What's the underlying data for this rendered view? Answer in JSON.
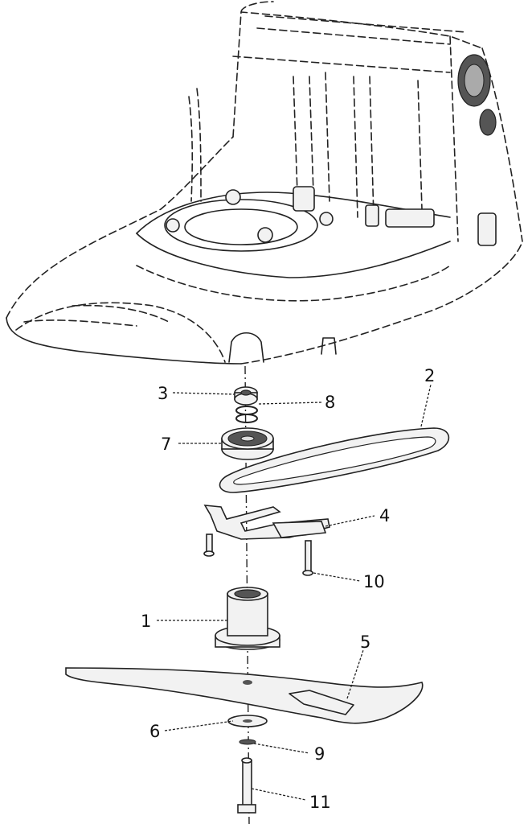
{
  "callouts": [
    {
      "id": "callout-1",
      "text": "1"
    },
    {
      "id": "callout-2",
      "text": "2"
    },
    {
      "id": "callout-3",
      "text": "3"
    },
    {
      "id": "callout-4",
      "text": "4"
    },
    {
      "id": "callout-5",
      "text": "5"
    },
    {
      "id": "callout-6",
      "text": "6"
    },
    {
      "id": "callout-7",
      "text": "7"
    },
    {
      "id": "callout-8",
      "text": "8"
    },
    {
      "id": "callout-9",
      "text": "9"
    },
    {
      "id": "callout-10",
      "text": "10"
    },
    {
      "id": "callout-11",
      "text": "11"
    }
  ]
}
